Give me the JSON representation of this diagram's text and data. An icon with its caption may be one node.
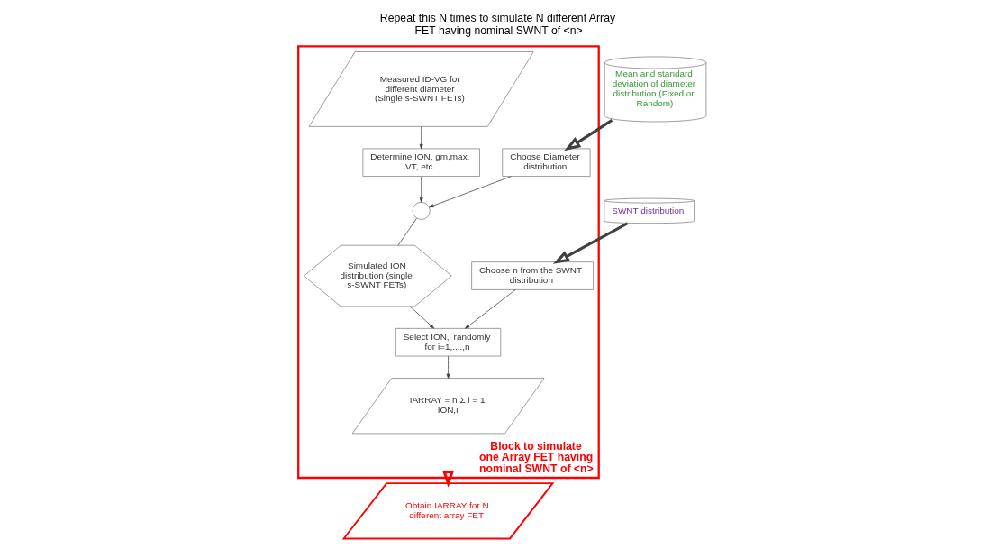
{
  "diagram": {
    "title": "Repeat this N times to simulate N different Array FET having nominal SWNT of <n>",
    "nodes": [
      {
        "text": [
          "Block to simulate one Array FET having nominal SWNT of <n>"
        ]
      },
      {
        "text": [
          "Measured ID-VG for different diameter (Single s-SWNT FETs)"
        ],
        "in": 0
      },
      {
        "text": [
          "Choose n from the SWNT distribution"
        ],
        "in": 0
      },
      {
        "text": [
          "Determine ION, gm,max, VT, etc."
        ],
        "in": 0
      },
      {
        "text": [],
        "shape": "circle",
        "in": 0
      },
      {
        "text": [
          "Choose Diameter distribution"
        ],
        "in": 0
      },
      {
        "text": [
          "Simulated ION distribution (single s-SWNT FETs)"
        ],
        "in": 0
      },
      {
        "text": [
          "Select ION,i randomly for i=1,....,n"
        ],
        "in": 0
      },
      {
        "text": [
          "IARRAY = n Σ i = 1 ION,i"
        ],
        "in": 0
      },
      {
        "text": [
          "SWNT distribution"
        ]
      },
      {
        "text": [
          "Mean and standard deviation of diameter distribution (Fixed or Random)"
        ]
      },
      {
        "text": [
          "Obtain IARRAY for N different array FET"
        ]
      }
    ],
    "edges": [
      {
        "from": 9,
        "to": 2,
        "arrow": "to",
        "style": "thick"
      },
      {
        "from": 1,
        "to": 3,
        "arrow": "to"
      },
      {
        "from": 3,
        "to": 4,
        "arrow": "to"
      },
      {
        "from": 5,
        "to": 4,
        "arrow": "to"
      },
      {
        "from": 10,
        "to": 5,
        "arrow": "to",
        "style": "thick"
      },
      {
        "from": 4,
        "to": 6,
        "arrow": "none"
      },
      {
        "from": 6,
        "to": 7,
        "arrow": "to"
      },
      {
        "from": 2,
        "to": 7,
        "arrow": "to"
      },
      {
        "from": 7,
        "to": 8,
        "arrow": "to"
      },
      {
        "from": 0,
        "to": 11,
        "arrow": "to",
        "style": "thick",
        "color": "#ff0000"
      }
    ]
  }
}
